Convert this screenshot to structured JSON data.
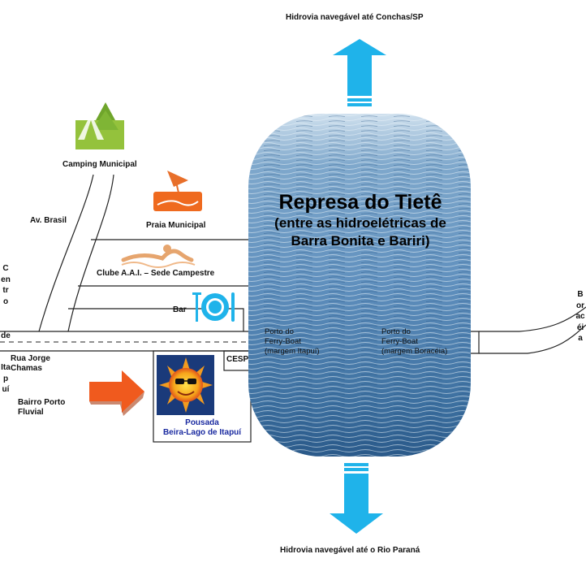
{
  "top_destination": "Hidrovia navegável até Conchas/SP",
  "bottom_destination": "Hidrovia navegável até o Rio Paraná",
  "dam": {
    "title": "Represa do Tietê",
    "subtitle_line1": "(entre as hidroelétricas de",
    "subtitle_line2": "Barra Bonita e Bariri)"
  },
  "ferry_itapui": {
    "line1": "Porto do",
    "line2": "Ferry-Boat",
    "line3": "(margem Itapuí)"
  },
  "ferry_boraceia": {
    "line1": "Porto do",
    "line2": "Ferry-Boat",
    "line3": "(margem Boracéia)"
  },
  "landmarks": {
    "camping": "Camping Municipal",
    "praia": "Praia Municipal",
    "clube": "Clube A.A.I. – Sede Campestre",
    "bar": "Bar",
    "cesp": "CESP"
  },
  "streets": {
    "av_brasil": "Av. Brasil",
    "rua_jorge_chamas_line1": "Rua Jorge",
    "rua_jorge_chamas_line2": "Chamas",
    "bairro_porto_line1": "Bairro Porto",
    "bairro_porto_line2": "Fluvial"
  },
  "vertical_labels": {
    "centro": "Centro",
    "de": "de",
    "itapui": "Itapuí",
    "boraceia": "Boracéia"
  },
  "pousada": {
    "line1": "Pousada",
    "line2": "Beira-Lago de Itapuí"
  },
  "colors": {
    "water_light": "#c9dcea",
    "water_dark": "#2e5d8e",
    "arrow_blue": "#1fb3ea",
    "arrow_orange": "#f05a1e",
    "road": "#222222",
    "pousada_text": "#1a2aa0"
  },
  "icons": [
    "tent-icon",
    "beach-umbrella-icon",
    "swimmer-icon",
    "plate-icon",
    "sun-icon",
    "direction-arrow-icon"
  ]
}
